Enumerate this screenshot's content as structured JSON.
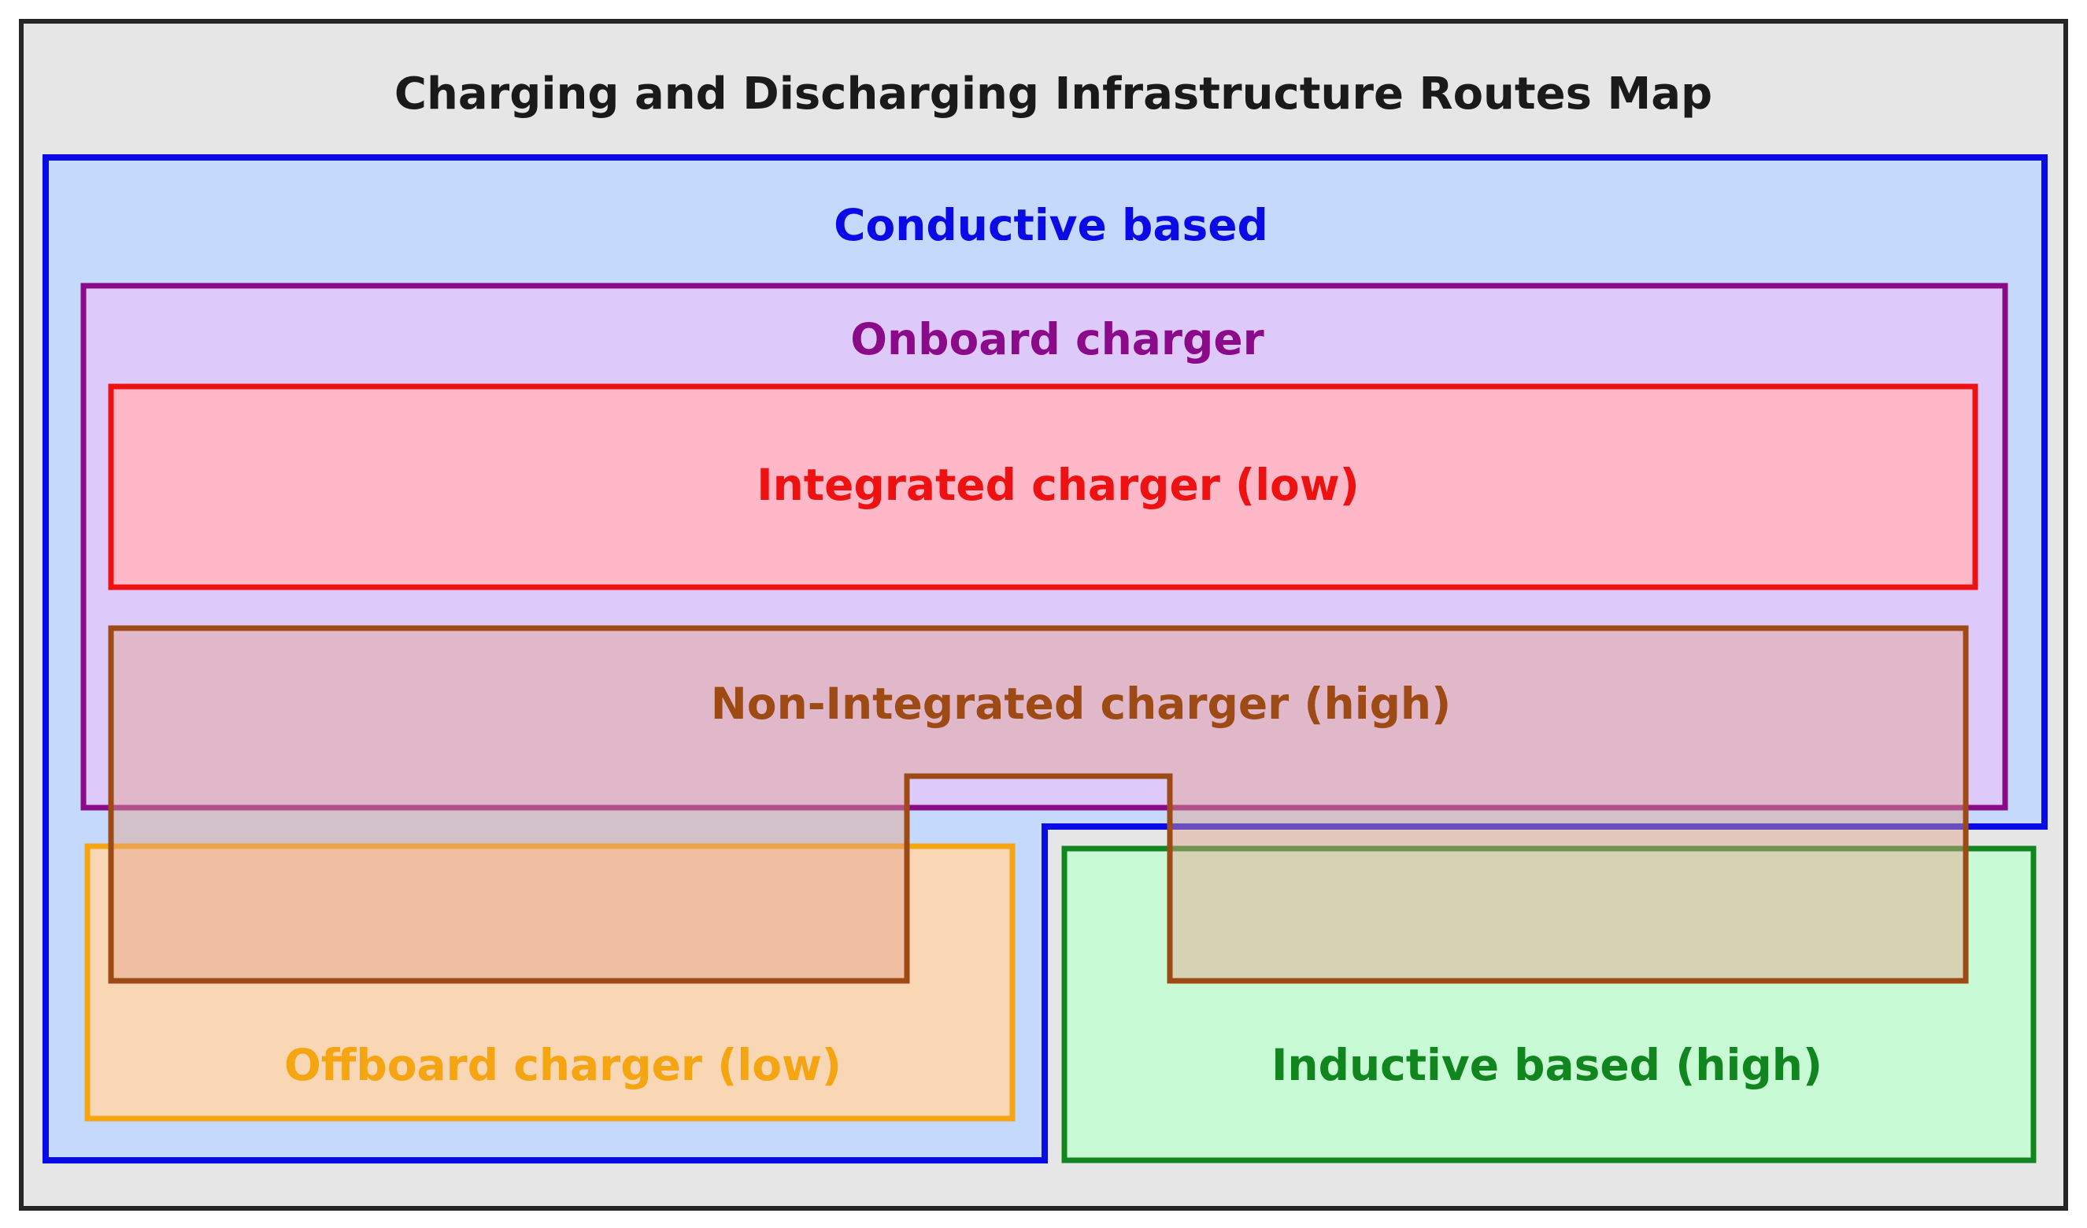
{
  "title": "Charging and Discharging Infrastructure Routes Map",
  "regions": {
    "conductive": {
      "label": "Conductive based",
      "color": "#0a0ae6",
      "fill": "#c5d9fc"
    },
    "onboard": {
      "label": "Onboard charger",
      "color": "#8a0a8a",
      "fill": "#dec9fb"
    },
    "integrated": {
      "label": "Integrated charger (low)",
      "color": "#ee1111",
      "fill": "#ffb8c8"
    },
    "non_integrated": {
      "label": "Non-Integrated charger (high)",
      "color": "#9e4a14",
      "fill": "#e6bfc0"
    },
    "offboard": {
      "label": "Offboard charger (low)",
      "color": "#f5a512",
      "fill": "#fcd6b0"
    },
    "inductive": {
      "label": "Inductive based (high)",
      "color": "#12861e",
      "fill": "#c8fad6"
    }
  }
}
